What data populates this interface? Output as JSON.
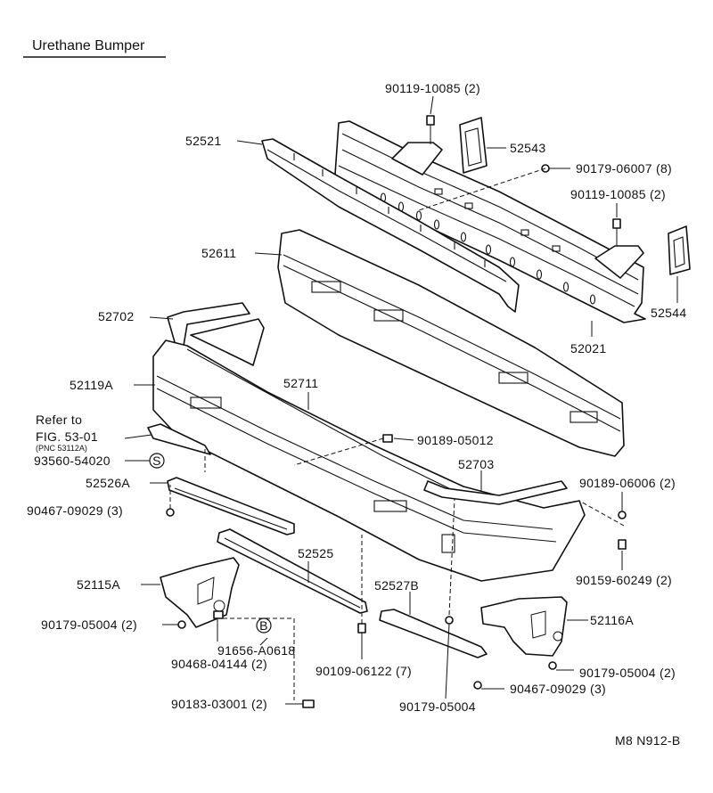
{
  "title": "Urethane Bumper",
  "reference": {
    "line1": "Refer to",
    "line2": "FIG. 53-01",
    "line3": "(PNC 53112A)"
  },
  "symbols": {
    "s": "S",
    "b": "B"
  },
  "labels": {
    "p52521": "52521",
    "p52543": "52543",
    "p52544": "52544",
    "p52611": "52611",
    "p52021": "52021",
    "p52702": "52702",
    "p52119A": "52119A",
    "p52711": "52711",
    "p52703": "52703",
    "p52526A": "52526A",
    "p52525": "52525",
    "p52527B": "52527B",
    "p52115A": "52115A",
    "p52116A": "52116A",
    "p93560": "93560-54020",
    "b90119_top": "90119-10085 (2)",
    "n90179_06007": "90179-06007 (8)",
    "b90119_right": "90119-10085 (2)",
    "c90189_05012": "90189-05012",
    "c90189_06006": "90189-06006 (2)",
    "s90467_left": "90467-09029 (3)",
    "s90159": "90159-60249 (2)",
    "n90179_05004_left": "90179-05004 (2)",
    "c91656": "91656-A0618",
    "c90468": "90468-04144 (2)",
    "s90109": "90109-06122 (7)",
    "n90179_05004_right": "90179-05004 (2)",
    "s90467_right": "90467-09029 (3)",
    "c90183": "90183-03001 (2)",
    "n90179_05004_bottom": "90179-05004"
  },
  "footer_code": "M8 N912-B"
}
